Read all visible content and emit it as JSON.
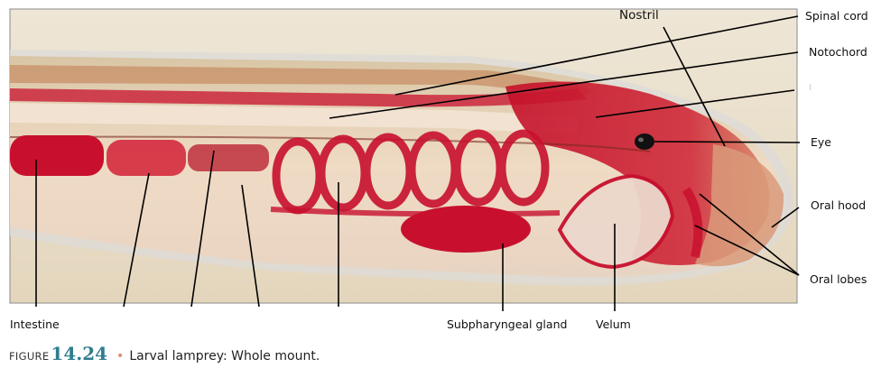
{
  "figure": {
    "labels": {
      "spinal_cord": "Spinal cord",
      "notochord": "Notochord",
      "eye": "Eye",
      "oral_hood": "Oral hood",
      "oral_lobes": "Oral lobes",
      "nostril": "Nostril",
      "intestine": "Intestine",
      "subpharyngeal_gland": "Subpharyngeal gland",
      "velum": "Velum",
      "faint_mark": "I"
    },
    "caption": {
      "figure_word": "FIGURE",
      "number": "14.24",
      "bullet": "•",
      "text": "Larval lamprey: Whole mount."
    },
    "colors": {
      "tissue_red": "#c8102e",
      "background_tan": "#e9dcc4",
      "accent_number": "#2e7d8e"
    }
  }
}
